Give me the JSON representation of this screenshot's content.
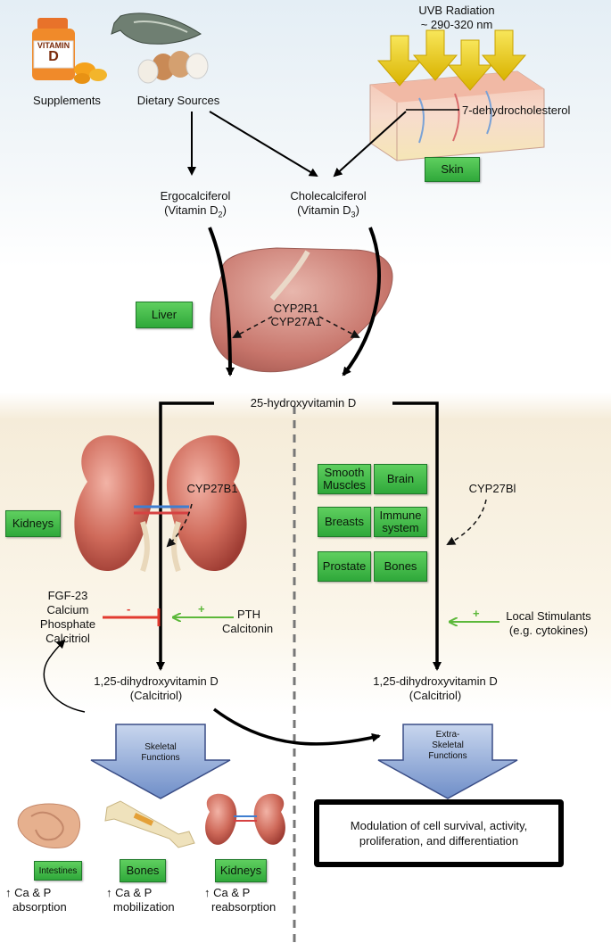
{
  "sources": {
    "supplements": "Supplements",
    "dietary": "Dietary Sources",
    "uvb_line1": "UVB Radiation",
    "uvb_line2": "~ 290-320 nm",
    "dehydro": "7-dehydrocholesterol",
    "skin": "Skin",
    "bottle_line1": "VITAMIN",
    "bottle_line2": "D"
  },
  "calciferols": {
    "ergo_line1": "Ergocalciferol",
    "ergo_line2": "(Vitamin D",
    "ergo_sub": "2",
    "chole_line1": "Cholecalciferol",
    "chole_line2": "(Vitamin D",
    "chole_sub": "3",
    "close": ")"
  },
  "liver": {
    "label": "Liver",
    "enzyme1": "CYP2R1",
    "enzyme2": "CYP27A1"
  },
  "hydroxy": "25-hydroxyvitamin D",
  "left": {
    "kidneys": "Kidneys",
    "enzyme": "CYP27B1",
    "inhibitors": [
      "FGF-23",
      "Calcium",
      "Phosphate",
      "Calcitriol"
    ],
    "minus": "-",
    "plus": "+",
    "activators": [
      "PTH",
      "Calcitonin"
    ],
    "product_line1": "1,25-dihydroxyvitamin D",
    "product_line2": "(Calcitriol)",
    "function": "Skeletal Functions"
  },
  "right": {
    "tissues": [
      "Smooth Muscles",
      "Brain",
      "Breasts",
      "Immune system",
      "Prostate",
      "Bones"
    ],
    "enzyme": "CYP27Bl",
    "plus": "+",
    "stim_line1": "Local Stimulants",
    "stim_line2": "(e.g. cytokines)",
    "product_line1": "1,25-dihydroxyvitamin D",
    "product_line2": "(Calcitriol)",
    "function_line1": "Extra-",
    "function_line2": "Skeletal",
    "function_line3": "Functions",
    "outcome": "Modulation of cell survival, activity, proliferation, and differentiation"
  },
  "effects": [
    {
      "organ": "Intestines",
      "line1": "↑ Ca & P",
      "line2": "absorption"
    },
    {
      "organ": "Bones",
      "line1": "↑ Ca & P",
      "line2": "mobilization"
    },
    {
      "organ": "Kidneys",
      "line1": "↑ Ca & P",
      "line2": "reabsorption"
    }
  ]
}
